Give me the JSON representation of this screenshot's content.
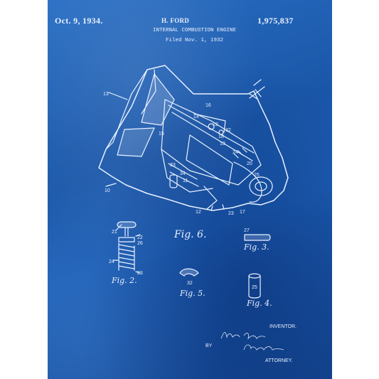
{
  "header": {
    "date": "Oct. 9, 1934.",
    "inventor_name": "H. FORD",
    "patent_number": "1,975,837",
    "title": "INTERNAL COMBUSTION ENGINE",
    "filed": "Filed Nov. 1, 1932"
  },
  "figures": {
    "fig6": "Fig. 6.",
    "fig2": "Fig. 2.",
    "fig3": "Fig. 3.",
    "fig4": "Fig. 4.",
    "fig5": "Fig. 5."
  },
  "ref_numbers": {
    "n13": "13",
    "n16": "16",
    "n14": "14",
    "n22": "22",
    "n32": "32",
    "n18": "18",
    "n15": "15",
    "n19": "19",
    "n24": "24",
    "n20": "20",
    "n25": "25",
    "n33": "33",
    "n34": "34",
    "n11": "11",
    "n10": "10",
    "n12": "12",
    "n23": "23",
    "n17": "17",
    "n21": "21",
    "n26": "26",
    "n27": "27",
    "n32b": "32",
    "n25b": "25",
    "n24b": "24",
    "n23b": "23",
    "n22b": "22"
  },
  "footer": {
    "inventor_label": "INVENTOR.",
    "by_label": "BY",
    "attorney_label": "ATTORNEY."
  },
  "colors": {
    "paper": "#1a56a8",
    "ink": "#e8f1ff"
  }
}
